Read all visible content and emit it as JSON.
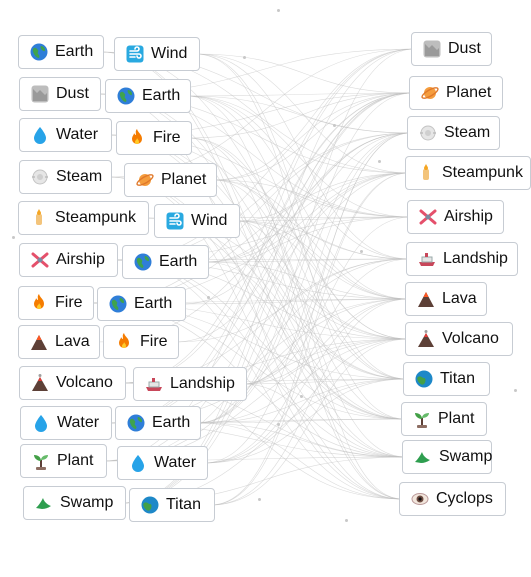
{
  "left_pairs": [
    [
      {
        "label": "Earth",
        "icon": "earth-icon"
      },
      {
        "label": "Wind",
        "icon": "wind-icon"
      }
    ],
    [
      {
        "label": "Dust",
        "icon": "dust-icon"
      },
      {
        "label": "Earth",
        "icon": "earth-icon"
      }
    ],
    [
      {
        "label": "Water",
        "icon": "water-icon"
      },
      {
        "label": "Fire",
        "icon": "fire-icon"
      }
    ],
    [
      {
        "label": "Steam",
        "icon": "steam-icon"
      },
      {
        "label": "Planet",
        "icon": "planet-icon"
      }
    ],
    [
      {
        "label": "Steampunk",
        "icon": "steampunk-icon"
      },
      {
        "label": "Wind",
        "icon": "wind-icon"
      }
    ],
    [
      {
        "label": "Airship",
        "icon": "airship-icon"
      },
      {
        "label": "Earth",
        "icon": "earth-icon"
      }
    ],
    [
      {
        "label": "Fire",
        "icon": "fire-icon"
      },
      {
        "label": "Earth",
        "icon": "earth-icon"
      }
    ],
    [
      {
        "label": "Lava",
        "icon": "lava-icon"
      },
      {
        "label": "Fire",
        "icon": "fire-icon"
      }
    ],
    [
      {
        "label": "Volcano",
        "icon": "volcano-icon"
      },
      {
        "label": "Landship",
        "icon": "landship-icon"
      }
    ],
    [
      {
        "label": "Water",
        "icon": "water-icon"
      },
      {
        "label": "Earth",
        "icon": "earth-icon"
      }
    ],
    [
      {
        "label": "Plant",
        "icon": "plant-icon"
      },
      {
        "label": "Water",
        "icon": "water-icon"
      }
    ],
    [
      {
        "label": "Swamp",
        "icon": "swamp-icon"
      },
      {
        "label": "Titan",
        "icon": "titan-icon"
      }
    ]
  ],
  "results": [
    {
      "label": "Dust",
      "icon": "dust-icon"
    },
    {
      "label": "Planet",
      "icon": "planet-icon"
    },
    {
      "label": "Steam",
      "icon": "steam-icon"
    },
    {
      "label": "Steampunk",
      "icon": "steampunk-icon"
    },
    {
      "label": "Airship",
      "icon": "airship-icon"
    },
    {
      "label": "Landship",
      "icon": "landship-icon"
    },
    {
      "label": "Lava",
      "icon": "lava-icon"
    },
    {
      "label": "Volcano",
      "icon": "volcano-icon"
    },
    {
      "label": "Titan",
      "icon": "titan-icon"
    },
    {
      "label": "Plant",
      "icon": "plant-icon"
    },
    {
      "label": "Swamp",
      "icon": "swamp-icon"
    },
    {
      "label": "Cyclops",
      "icon": "cyclops-icon"
    }
  ],
  "colors": {
    "chip_border": "#c7ccd3",
    "line": "#bdbdbd"
  }
}
